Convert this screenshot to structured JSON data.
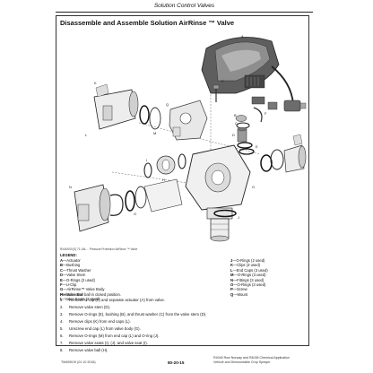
{
  "header": {
    "title": "Solution Control Valves"
  },
  "section": {
    "title": "Disassemble and Assemble Solution AirRinse ™ Valve"
  },
  "figure": {
    "id": "RXA0000 [0] 71-UN-... Pressure Protection AirRinse ™ Valve",
    "callouts": [
      "A",
      "B",
      "C",
      "D",
      "E",
      "F",
      "G",
      "H",
      "I",
      "J",
      "K",
      "L",
      "M",
      "N",
      "O",
      "P",
      "Q"
    ]
  },
  "legend": {
    "title": "LEGEND:",
    "left": [
      {
        "letter": "A",
        "text": "Actuator"
      },
      {
        "letter": "B",
        "text": "Bushing"
      },
      {
        "letter": "C",
        "text": "Thrust Washer"
      },
      {
        "letter": "D",
        "text": "Valve Stem"
      },
      {
        "letter": "E",
        "text": "O-Rings (2 used)"
      },
      {
        "letter": "F",
        "text": "U-Clip"
      },
      {
        "letter": "G",
        "text": "AirRinse™ Valve Body"
      },
      {
        "letter": "H",
        "text": "Valve Ball"
      },
      {
        "letter": "I",
        "text": "Valve Seats (2 used)"
      }
    ],
    "right": [
      {
        "letter": "J",
        "text": "O-Rings (2 used)"
      },
      {
        "letter": "K",
        "text": "Clips (3 used)"
      },
      {
        "letter": "L",
        "text": "End Caps (3 used)"
      },
      {
        "letter": "M",
        "text": "O-Rings (3 used)"
      },
      {
        "letter": "N",
        "text": "Fittings (3 used)"
      },
      {
        "letter": "O",
        "text": "O-Rings (3 used)"
      },
      {
        "letter": "P",
        "text": "Screw"
      },
      {
        "letter": "Q",
        "text": "Mount"
      }
    ]
  },
  "procedure": {
    "note": "Position valve ball in closed position.",
    "steps": [
      {
        "num": "1.",
        "text": "Remove U-clip (F) and separate actuator (A) from valve."
      },
      {
        "num": "2.",
        "text": "Remove valve stem (D)."
      },
      {
        "num": "3.",
        "text": "Remove O-rings (E), bushing (B), and thrust washer (C) from the valve stem (D)."
      },
      {
        "num": "4.",
        "text": "Remove clips (K) from end caps (L)."
      },
      {
        "num": "5.",
        "text": "Unscrew end cap (L) from valve body (G)."
      },
      {
        "num": "6.",
        "text": "Remove O-rings (M) from end cap (L) and O-ring (J)."
      },
      {
        "num": "7.",
        "text": "Remove valve seats (I), (J), and valve seat (I)."
      },
      {
        "num": "8.",
        "text": "Remove valve ball (H)."
      }
    ]
  },
  "footer": {
    "left": "TM409019 (01 10 2018)",
    "center": "80-20-15",
    "right_line1": "R4045 Row Norway and R4038 Chemical Application",
    "right_line2": "Vehicle and Demountable Crop Sprayer"
  }
}
